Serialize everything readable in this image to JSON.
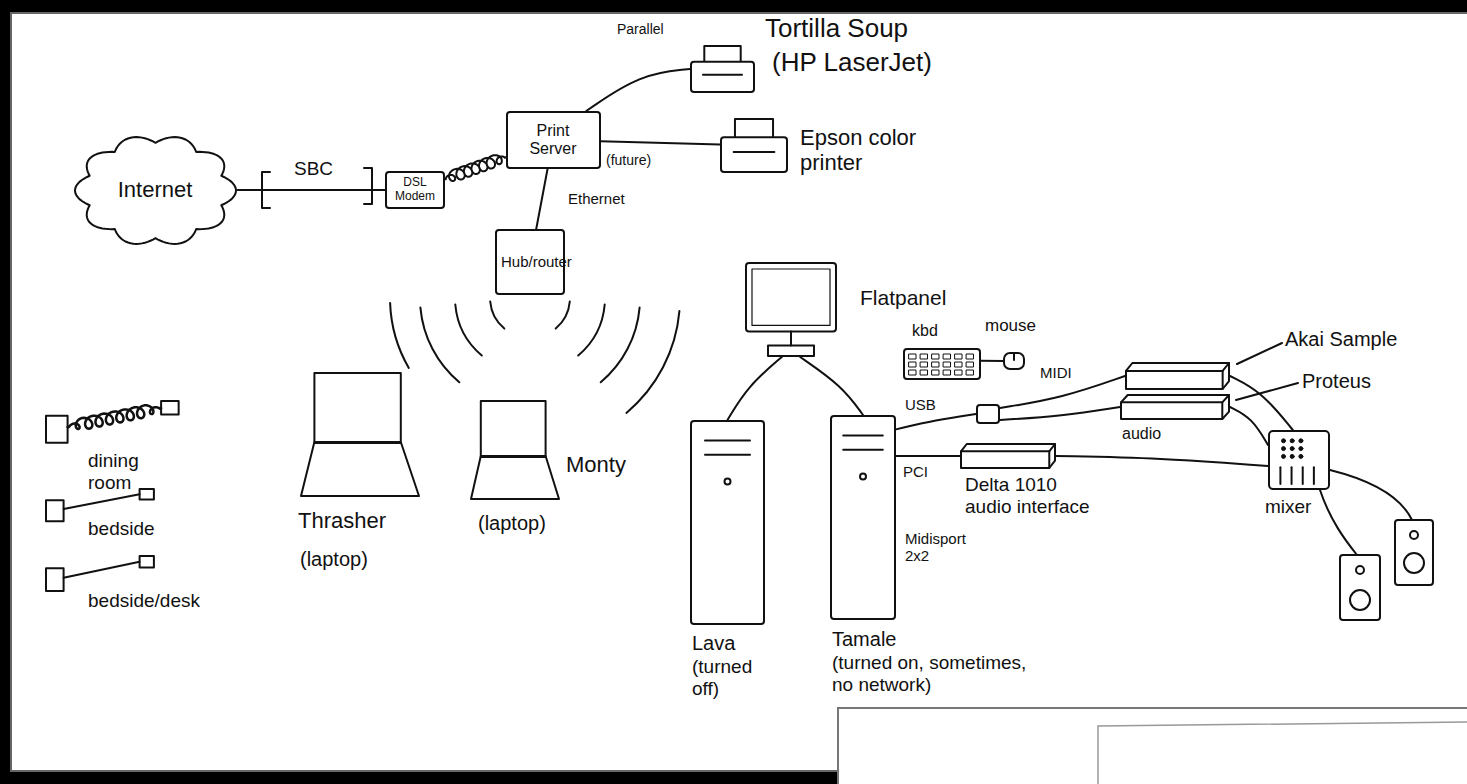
{
  "diagram": {
    "nodes": [
      {
        "text": [
          "Internet"
        ]
      },
      {
        "text": [
          "DSL Modem"
        ]
      },
      {
        "text": [
          "Print Server"
        ]
      },
      {
        "text": [
          "Tortilla Soup",
          "(HP LaserJet)"
        ]
      },
      {
        "text": [
          "Epson color printer"
        ]
      },
      {
        "text": [
          "Hub/router"
        ]
      },
      {
        "text": [
          "Flatpanel"
        ]
      },
      {
        "text": [
          "kbd"
        ]
      },
      {
        "text": [
          "mouse"
        ]
      },
      {
        "text": [
          "Akai Sample"
        ]
      },
      {
        "text": [
          "Proteus"
        ]
      },
      {
        "text": [
          "Midisport 2x2"
        ]
      },
      {
        "text": [
          "Delta 1010 audio interface"
        ]
      },
      {
        "text": [
          "mixer"
        ]
      },
      {
        "text": [
          "dining room"
        ]
      },
      {
        "text": [
          "Thrasher",
          "(laptop)"
        ]
      },
      {
        "text": [
          "Monty",
          "(laptop)"
        ]
      },
      {
        "text": [
          "Lava",
          "(turned off)"
        ]
      },
      {
        "text": [
          "Tamale",
          "(turned on, sometimes, no network)"
        ]
      },
      {
        "text": [
          "bedside"
        ]
      },
      {
        "text": [
          "bedside/desk"
        ]
      }
    ],
    "edges": [
      {
        "from": 0,
        "to": 1,
        "arrow": "none",
        "label": "SBC"
      },
      {
        "from": 1,
        "to": 2,
        "arrow": "none"
      },
      {
        "from": 2,
        "to": 3,
        "arrow": "none",
        "label": "Parallel"
      },
      {
        "from": 2,
        "to": 4,
        "arrow": "none",
        "label": "(future)"
      },
      {
        "from": 2,
        "to": 5,
        "arrow": "none",
        "label": "Ethernet"
      },
      {
        "from": 6,
        "to": 17,
        "arrow": "none"
      },
      {
        "from": 6,
        "to": 18,
        "arrow": "none"
      },
      {
        "from": 7,
        "to": 8,
        "arrow": "none"
      },
      {
        "from": 18,
        "to": 11,
        "arrow": "none",
        "label": "USB"
      },
      {
        "from": 18,
        "to": 12,
        "arrow": "none",
        "label": "PCI"
      },
      {
        "from": 11,
        "to": 9,
        "arrow": "none",
        "label": "MIDI"
      },
      {
        "from": 11,
        "to": 10,
        "arrow": "none"
      },
      {
        "from": 9,
        "to": 13,
        "arrow": "none"
      },
      {
        "from": 10,
        "to": 13,
        "arrow": "none"
      },
      {
        "from": 12,
        "to": 13,
        "arrow": "none",
        "label": "audio"
      }
    ]
  }
}
